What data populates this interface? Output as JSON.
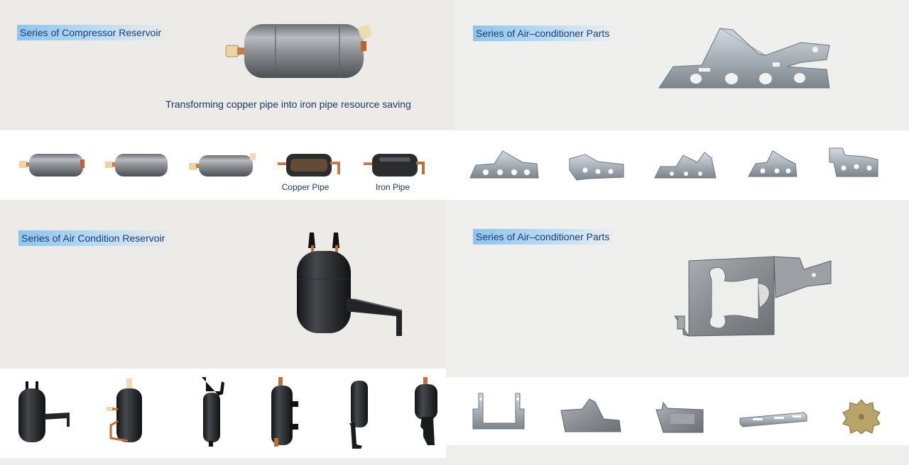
{
  "sections": {
    "compressor_reservoir": {
      "title": "Series of Compressor Reservoir",
      "caption": "Transforming copper pipe into iron pipe resource saving",
      "item_labels": [
        "Copper Pipe",
        "Iron Pipe"
      ]
    },
    "ac_parts_top": {
      "title": "Series of Air–conditioner Parts"
    },
    "air_condition_reservoir": {
      "title": "Series of Air Condition Reservoir"
    },
    "ac_parts_bottom": {
      "title": "Series of Air–conditioner Parts"
    }
  },
  "colors": {
    "page_background": "#eeeeec",
    "band_background": "#ffffff",
    "label_text": "#1a3c78",
    "label_highlight": "#8ec4ec",
    "reservoir_metal": "#8e9296",
    "reservoir_black": "#1f2022",
    "bracket_steel": "#b4bcc4"
  }
}
